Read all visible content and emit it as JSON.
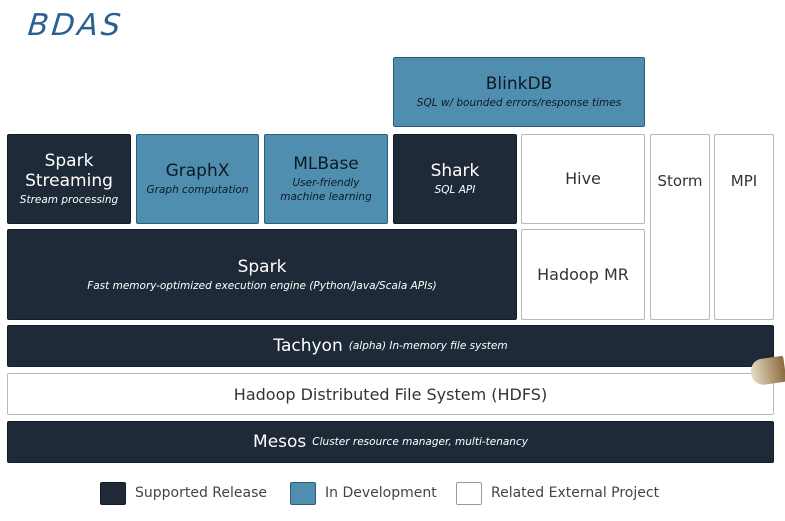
{
  "heading": "BDAS",
  "blinkdb": {
    "title": "BlinkDB",
    "subtitle": "SQL w/ bounded errors/response times"
  },
  "spark_streaming": {
    "title": "Spark Streaming",
    "subtitle": "Stream processing"
  },
  "graphx": {
    "title": "GraphX",
    "subtitle": "Graph computation"
  },
  "mlbase": {
    "title": "MLBase",
    "subtitle": "User-friendly machine learning"
  },
  "shark": {
    "title": "Shark",
    "subtitle": "SQL API"
  },
  "hive": {
    "title": "Hive"
  },
  "storm": {
    "title": "Storm"
  },
  "mpi": {
    "title": "MPI"
  },
  "spark": {
    "title": "Spark",
    "subtitle": "Fast memory-optimized execution engine (Python/Java/Scala APIs)"
  },
  "hadoop_mr": {
    "title": "Hadoop MR"
  },
  "tachyon": {
    "title": "Tachyon",
    "subtitle": "(alpha) In-memory file system"
  },
  "hdfs": {
    "title": "Hadoop Distributed File System (HDFS)"
  },
  "mesos": {
    "title": "Mesos",
    "subtitle": "Cluster resource manager, multi-tenancy"
  },
  "legend": [
    {
      "label": "Supported Release",
      "color": "#1f2a38"
    },
    {
      "label": "In Development",
      "color": "#4f8eaf"
    },
    {
      "label": "Related External Project",
      "color": "#ffffff"
    }
  ]
}
